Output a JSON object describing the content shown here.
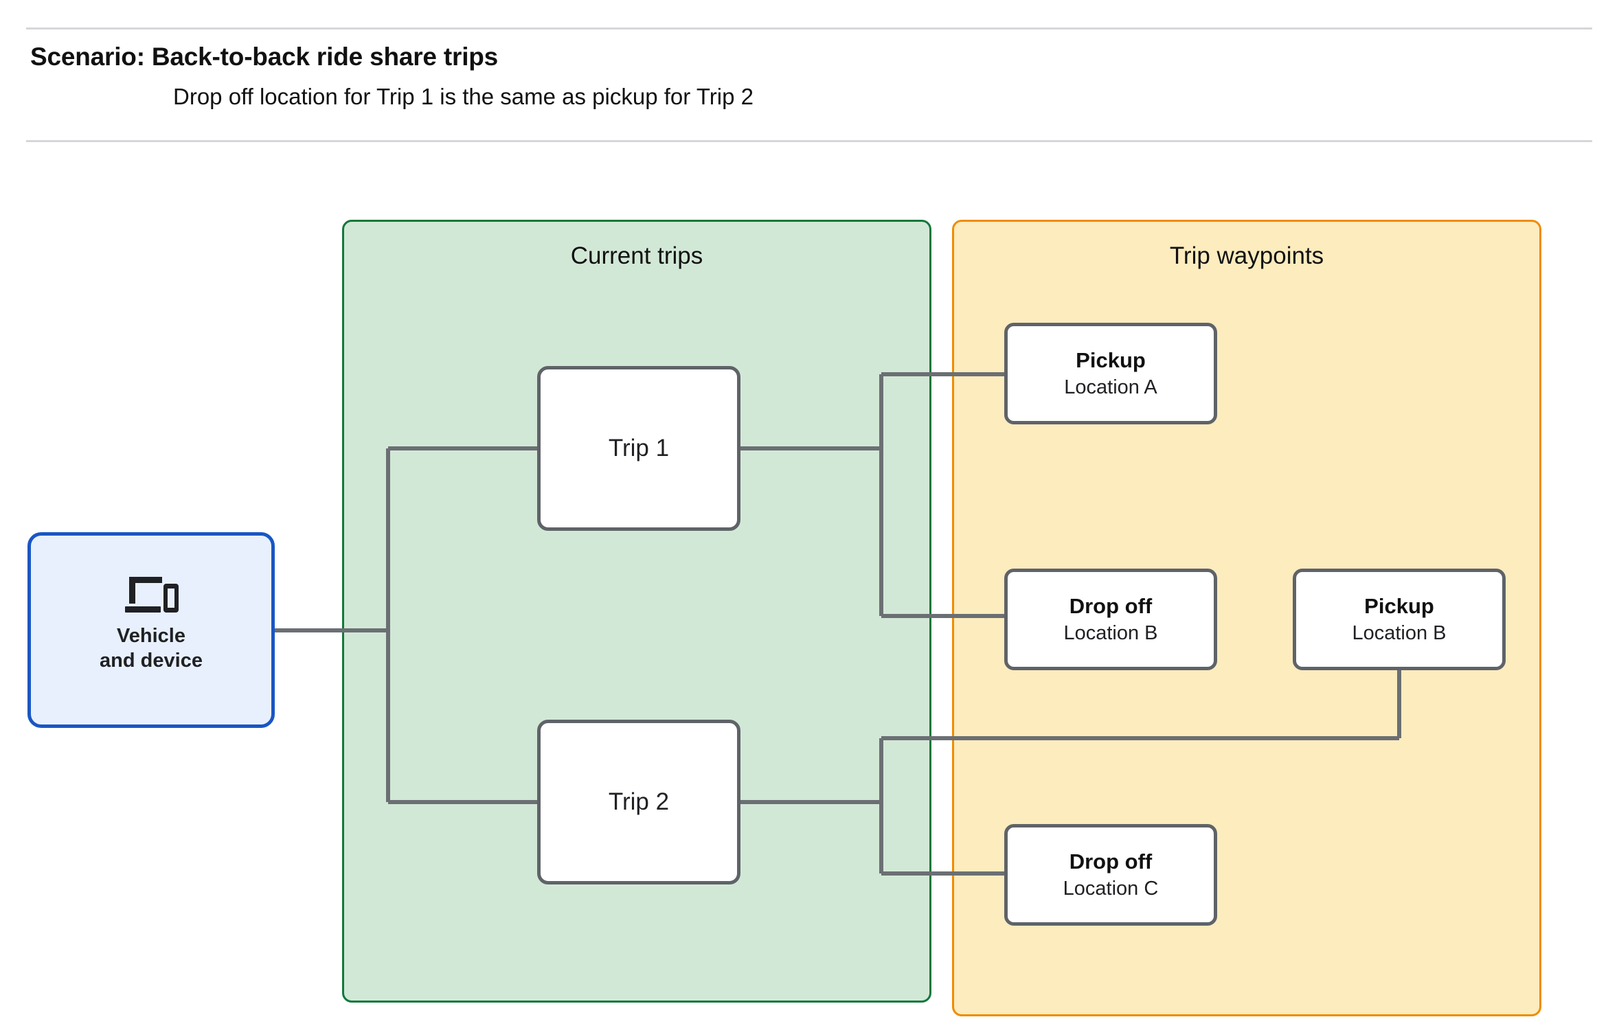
{
  "header": {
    "title": "Scenario: Back-to-back ride share trips",
    "subtitle": "Drop off  location for Trip 1 is the same as pickup for Trip 2"
  },
  "groups": {
    "trips": {
      "label": "Current trips",
      "fill": "#d2e8d6",
      "stroke": "#13783b"
    },
    "waypoints": {
      "label": "Trip waypoints",
      "fill": "#fcecbe",
      "stroke": "#f08c00"
    }
  },
  "vehicle": {
    "icon": "devices-icon",
    "line1": "Vehicle",
    "line2": "and device",
    "fill": "#e8f0fe",
    "stroke": "#1a56c4"
  },
  "trips": [
    {
      "id": "trip1",
      "label": "Trip 1"
    },
    {
      "id": "trip2",
      "label": "Trip 2"
    }
  ],
  "waypoints": [
    {
      "id": "wp-pickup-a",
      "title": "Pickup",
      "location": "Location A"
    },
    {
      "id": "wp-drop-b",
      "title": "Drop off",
      "location": "Location B"
    },
    {
      "id": "wp-pickup-b",
      "title": "Pickup",
      "location": "Location B"
    },
    {
      "id": "wp-drop-c",
      "title": "Drop off",
      "location": "Location C"
    }
  ],
  "edge_color": "#6b6f73",
  "divider_color": "#d5d7da"
}
